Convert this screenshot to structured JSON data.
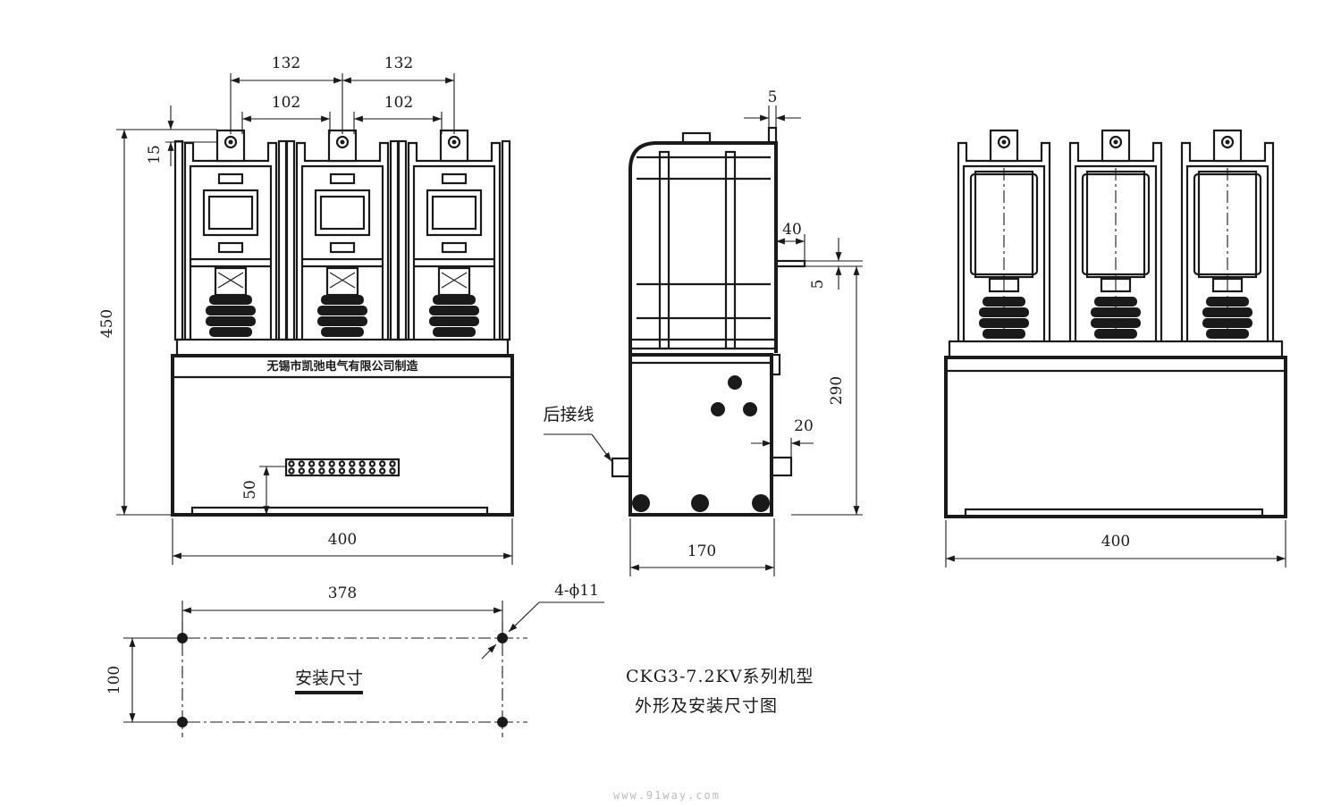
{
  "front_view": {
    "dim_pitch_outer_left": "132",
    "dim_pitch_outer_right": "132",
    "dim_pitch_inner_left": "102",
    "dim_pitch_inner_right": "102",
    "dim_terminal": "15",
    "dim_height": "450",
    "dim_bottom": "50",
    "dim_width": "400",
    "nameplate": "无锡市凯弛电气有限公司制造"
  },
  "side_view": {
    "dim_top": "5",
    "dim_lug": "40",
    "dim_lug_thick": "5",
    "dim_lower_height": "290",
    "dim_plug": "20",
    "dim_depth": "170",
    "rear_wiring_label": "后接线"
  },
  "rear_view": {
    "dim_width": "400"
  },
  "mounting": {
    "dim_length": "378",
    "dim_width": "100",
    "hole_callout": "4-ϕ11",
    "title": "安装尺寸"
  },
  "caption": {
    "line1": "CKG3-7.2KV系列机型",
    "line2": "外形及安装尺寸图"
  },
  "watermark": "www.91way.com"
}
